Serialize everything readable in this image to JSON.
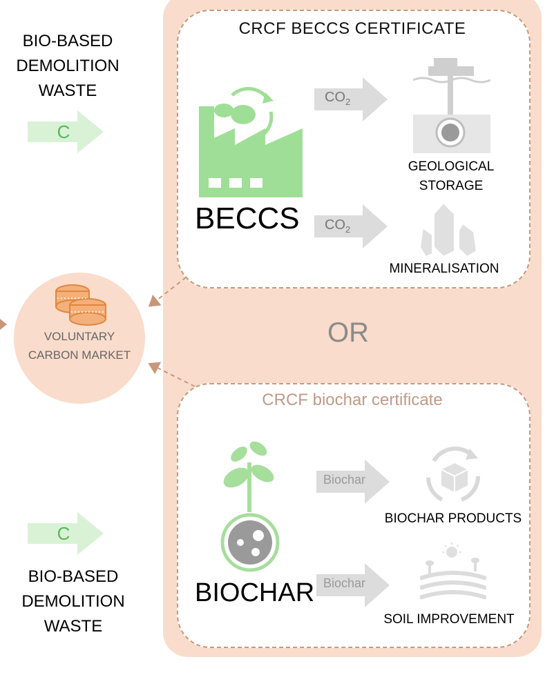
{
  "left_top": {
    "label": [
      "BIO-BASED",
      "DEMOLITION",
      "WASTE"
    ],
    "arrow_letter": "C"
  },
  "left_bottom": {
    "label": [
      "BIO-BASED",
      "DEMOLITION",
      "WASTE"
    ],
    "arrow_letter": "C"
  },
  "market": {
    "label": [
      "VOLUNTARY",
      "CARBON MARKET"
    ],
    "icon": "coins-icon"
  },
  "separator": "OR",
  "beccs": {
    "certificate_title": "CRCF BECCS CERTIFICATE",
    "name": "BECCS",
    "icon": "factory-icon",
    "arrow_label": "CO",
    "arrow_subscript": "2",
    "outputs": [
      {
        "label": [
          "GEOLOGICAL",
          "STORAGE"
        ],
        "icon": "geological-storage-icon"
      },
      {
        "label": [
          "MINERALISATION"
        ],
        "icon": "mineral-crystal-icon"
      }
    ]
  },
  "biochar": {
    "certificate_title": "CRCF biochar certificate",
    "name": "BIOCHAR",
    "icon": "plant-biochar-icon",
    "arrow_label": "Biochar",
    "outputs": [
      {
        "label": [
          "BIOCHAR PRODUCTS"
        ],
        "icon": "recycle-box-icon"
      },
      {
        "label": [
          "SOIL IMPROVEMENT"
        ],
        "icon": "field-sun-icon"
      }
    ]
  },
  "colors": {
    "panel": "#f9dccb",
    "dashed": "#c8977a",
    "green": "#8ed48a",
    "coin": "#e69a58",
    "grey_arrow": "#d6d6d6"
  }
}
